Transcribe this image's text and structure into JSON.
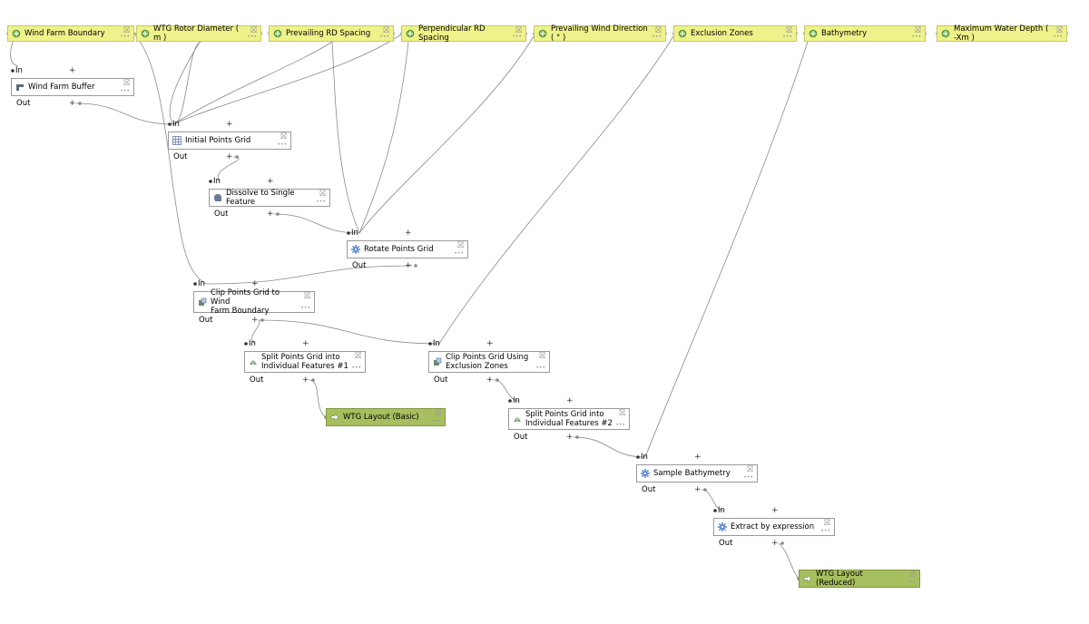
{
  "inputs": [
    {
      "id": "wind-farm-boundary",
      "label": "Wind Farm Boundary"
    },
    {
      "id": "wtg-rotor-diameter",
      "label": "WTG Rotor Diameter ( m )"
    },
    {
      "id": "prevailing-rd-spacing",
      "label": "Prevailing RD Spacing"
    },
    {
      "id": "perpendicular-rd-spacing",
      "label": "Perpendicular RD Spacing"
    },
    {
      "id": "prevailing-wind-direction",
      "label": "Prevailing Wind Direction ( ° )"
    },
    {
      "id": "exclusion-zones",
      "label": "Exclusion Zones"
    },
    {
      "id": "bathymetry",
      "label": "Bathymetry"
    },
    {
      "id": "maximum-water-depth",
      "label": "Maximum Water Depth ( -Xm )"
    }
  ],
  "algorithms": [
    {
      "id": "wind-farm-buffer",
      "label": "Wind Farm Buffer",
      "icon": "buffer-icon"
    },
    {
      "id": "initial-points-grid",
      "label": "Initial Points Grid",
      "icon": "grid-icon"
    },
    {
      "id": "dissolve-to-single-feature",
      "label": "Dissolve to Single Feature",
      "icon": "dissolve-icon"
    },
    {
      "id": "rotate-points-grid",
      "label": "Rotate Points Grid",
      "icon": "gear-icon"
    },
    {
      "id": "clip-points-grid-to-boundary",
      "label": "Clip Points Grid to Wind\nFarm Boundary",
      "icon": "clip-icon"
    },
    {
      "id": "split-points-grid-1",
      "label": "Split Points Grid into\nIndividual Features #1",
      "icon": "split-icon"
    },
    {
      "id": "clip-points-grid-exclusion",
      "label": "Clip Points Grid Using\nExclusion Zones",
      "icon": "clip-icon"
    },
    {
      "id": "split-points-grid-2",
      "label": "Split Points Grid into\nIndividual Features #2",
      "icon": "split-icon"
    },
    {
      "id": "sample-bathymetry",
      "label": "Sample Bathymetry",
      "icon": "gear-icon"
    },
    {
      "id": "extract-by-expression",
      "label": "Extract by expression",
      "icon": "gear-icon"
    }
  ],
  "outputs": [
    {
      "id": "wtg-layout-basic",
      "label": "WTG Layout (Basic)"
    },
    {
      "id": "wtg-layout-reduced",
      "label": "WTG Layout (Reduced)"
    }
  ],
  "ports": {
    "in": "In",
    "out": "Out",
    "plus": "+"
  },
  "glyphs": {
    "close": "⛝",
    "more": "•••"
  },
  "colors": {
    "input_fill": "#eef28a",
    "output_fill": "#a8bf5f",
    "wire": "#8a8a8a",
    "node_border": "#9a9a9a"
  }
}
